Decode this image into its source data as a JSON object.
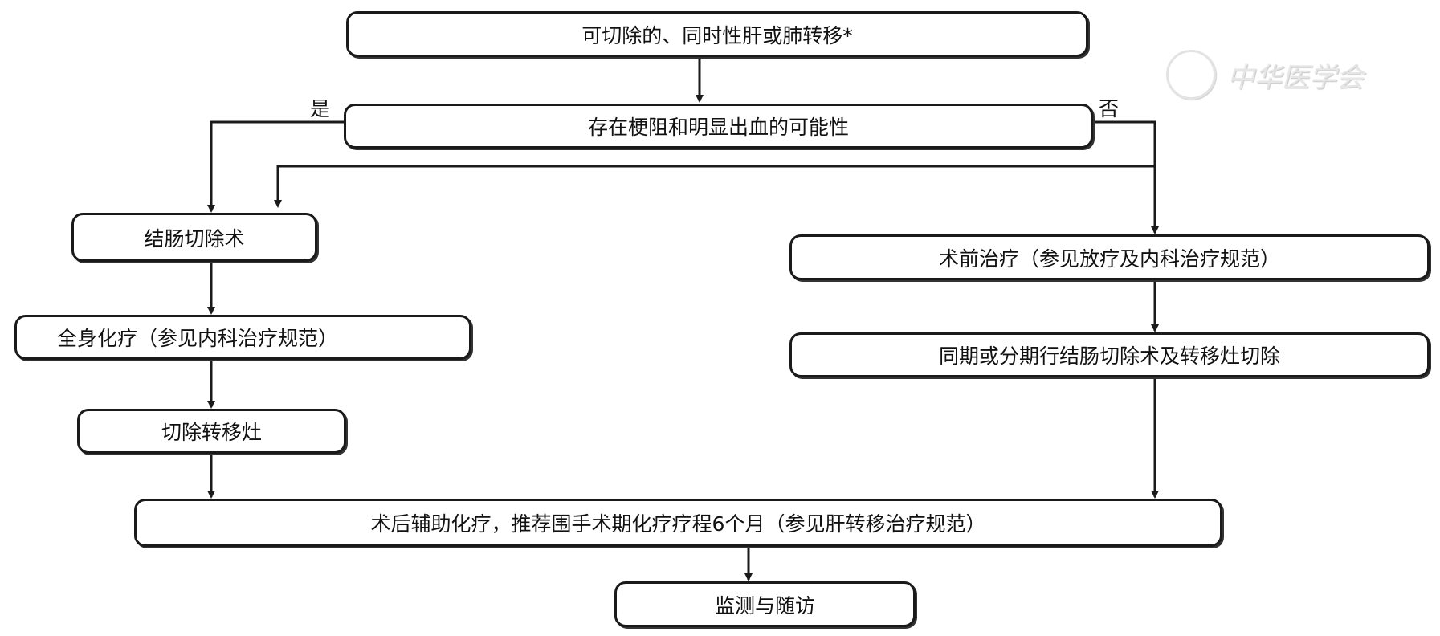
{
  "nodes": {
    "start": "可切除的、同时性肝或肺转移*",
    "decision": "存在梗阻和明显出血的可能性",
    "colectomy": "结肠切除术",
    "systemic_chemo": "全身化疗（参见内科治疗规范）",
    "resect_metastasis": "切除转移灶",
    "preop_therapy": "术前治疗（参见放疗及内科治疗规范）",
    "simultaneous_resection": "同期或分期行结肠切除术及转移灶切除",
    "adjuvant_chemo": "术后辅助化疗，推荐围手术期化疗疗程6个月（参见肝转移治疗规范）",
    "followup": "监测与随访"
  },
  "labels": {
    "yes": "是",
    "no": "否"
  },
  "watermark": "中华医学会"
}
